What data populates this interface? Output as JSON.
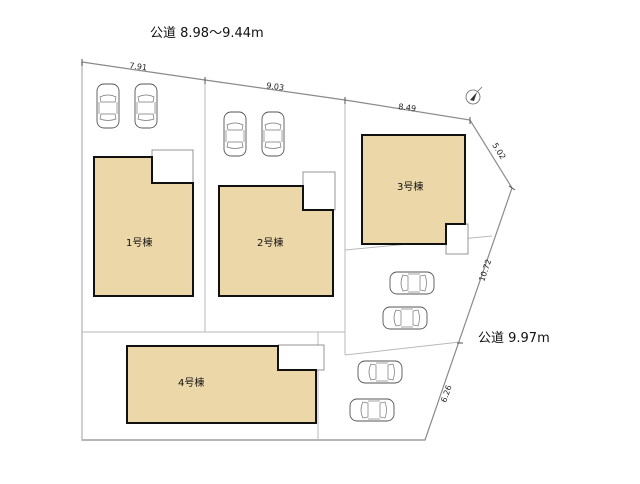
{
  "roads": {
    "north": "公道 8.98〜9.44m",
    "east": "公道 9.97m"
  },
  "dimensions": {
    "d1": "7.91",
    "d2": "9.03",
    "d3": "8.49",
    "d4": "5.02",
    "d5": "10.72",
    "d6": "6.26"
  },
  "units": {
    "u1": "1号棟",
    "u2": "2号棟",
    "u3": "3号棟",
    "u4": "4号棟"
  },
  "icons": {
    "compass": "north-arrow-icon",
    "car": "car-icon"
  },
  "colors": {
    "building_fill": "#ecd7a8",
    "building_outline": "#111111",
    "lot_line": "#b9b9b9"
  }
}
